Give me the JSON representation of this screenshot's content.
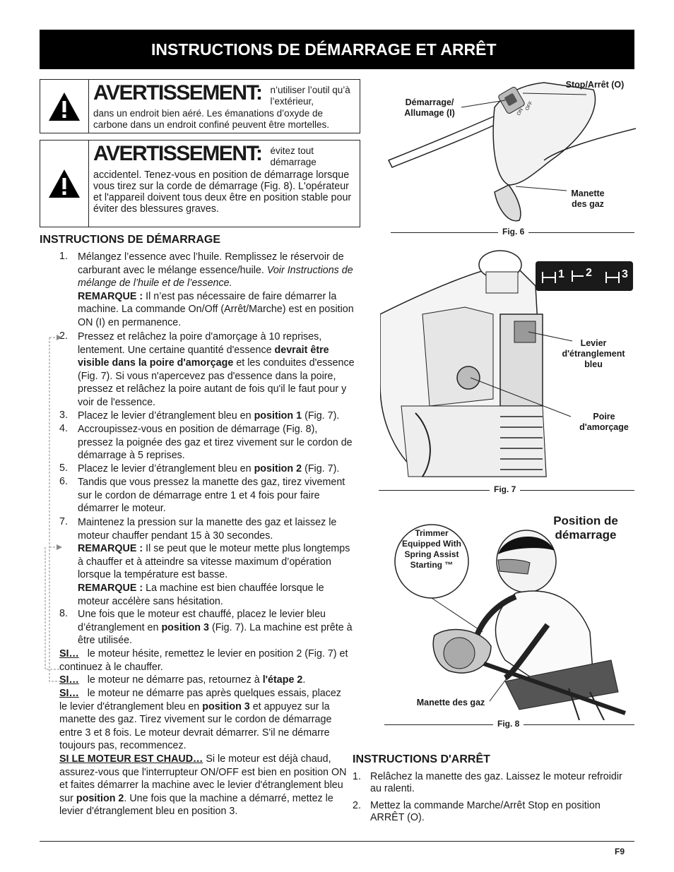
{
  "banner": "INSTRUCTIONS DE DÉMARRAGE ET ARRÊT",
  "warning1": {
    "title": "AVERTISSEMENT:",
    "text_a": "n’utiliser l’outil qu’à l’extérieur,",
    "text_b": "dans un endroit bien aéré. Les émanations d’oxyde de carbone dans un endroit confiné peuvent être mortelles."
  },
  "warning2": {
    "title": "AVERTISSEMENT:",
    "text_a": "évitez tout démarrage",
    "text_b": "accidentel. Tenez-vous en position de démarrage lorsque vous tirez sur la corde de démarrage (Fig. 8). L'opérateur et l'appareil doivent tous deux être en position stable pour éviter des blessures graves."
  },
  "start": {
    "heading": "INSTRUCTIONS DE DÉMARRAGE",
    "s1a": "Mélangez l’essence avec l’huile. Remplissez le réservoir de carburant avec le mélange essence/huile.",
    "s1b": "Voir Instructions de mélange de l’huile et de l’essence.",
    "remark": "REMARQUE :",
    "s1c": "Il n’est pas nécessaire de faire démarrer la machine. La commande On/Off (Arrêt/Marche) est en position ON (I) en permanence.",
    "s2a": "Pressez et relâchez la poire d'amorçage à 10 reprises, lentement. Une certaine quantité d'essence",
    "s2b": "devrait être visible dans la poire d'amorçage",
    "s2c": "et les conduites d'essence (Fig. 7). Si vous n'apercevez pas d'essence dans la poire, pressez et relâchez la poire autant de fois qu'il le faut pour y voir de l'essence.",
    "s3a": "Placez le levier d’étranglement bleu en",
    "s3b": "position 1",
    "s3c": "(Fig. 7).",
    "s4": "Accroupissez-vous en position de démarrage (Fig. 8), pressez la poignée des gaz et tirez vivement sur le cordon de démarrage à 5 reprises.",
    "s5a": "Placez le levier d’étranglement bleu en",
    "s5b": "position 2",
    "s5c": "(Fig. 7).",
    "s6": "Tandis que vous pressez la manette des gaz, tirez vivement sur le cordon de démarrage entre 1 et 4 fois pour faire démarrer le moteur.",
    "s7": "Maintenez la pression sur la manette des gaz et laissez le moteur chauffer pendant 15 à 30 secondes.",
    "s7r1": "Il se peut que le moteur mette plus longtemps à chauffer et à atteindre sa vitesse maximum d’opération lorsque la température est basse.",
    "s7r2": "La machine est bien chauffée lorsque le moteur accélère sans hésitation.",
    "s8a": "Une fois que le moteur est chauffé, placez le levier bleu d’étranglement en",
    "s8b": "position 3",
    "s8c": "(Fig. 7).  La machine est prête à être utilisée.",
    "si": "SI…",
    "si1": "le moteur hésite, remettez le levier en position 2 (Fig. 7) et continuez à le chauffer.",
    "si2a": "le moteur ne démarre pas, retournez à",
    "si2b": "l'étape 2",
    "si3a": "le moteur ne démarre pas après quelques essais, placez le levier d'étranglement bleu en",
    "si3b": "position 3",
    "si3c": "et appuyez sur la manette des gaz. Tirez vivement sur le cordon de démarrage entre 3 et 8 fois. Le moteur devrait démarrer. S'il ne démarre toujours pas, recommencez.",
    "hot": "SI LE MOTEUR EST CHAUD…",
    "hot_a": "Si le moteur est déjà chaud, assurez-vous que l'interrupteur ON/OFF est bien en position ON et faites démarrer la machine avec le levier d'étranglement bleu sur",
    "hot_b": "position 2",
    "hot_c": ". Une fois que la machine a démarré, mettez le levier d'étranglement bleu en position 3."
  },
  "stop": {
    "heading": "INSTRUCTIONS D'ARRÊT",
    "s1": "Relâchez la manette des gaz. Laissez le moteur refroidir au ralenti.",
    "s2": "Mettez la commande Marche/Arrêt Stop en position ARRÊT (O)."
  },
  "fig6": {
    "caption": "Fig. 6",
    "start_label": "Démarrage/ Allumage (I)",
    "stop_label": "Stop/Arrêt (O)",
    "throttle_label": "Manette des gaz",
    "on": "ON",
    "off": "OFF"
  },
  "fig7": {
    "caption": "Fig. 7",
    "choke_label": "Levier d'étranglement bleu",
    "primer_label": "Poire d'amorçage",
    "p1": "1",
    "p2": "2",
    "p3": "3"
  },
  "fig8": {
    "caption": "Fig. 8",
    "position_label": "Position de démarrage",
    "badge": "Trimmer Equipped With Spring Assist Starting ™",
    "throttle_label": "Manette des gaz"
  },
  "page_number": "F9",
  "nums": [
    "1.",
    "2.",
    "3.",
    "4.",
    "5.",
    "6.",
    "7.",
    "8."
  ]
}
